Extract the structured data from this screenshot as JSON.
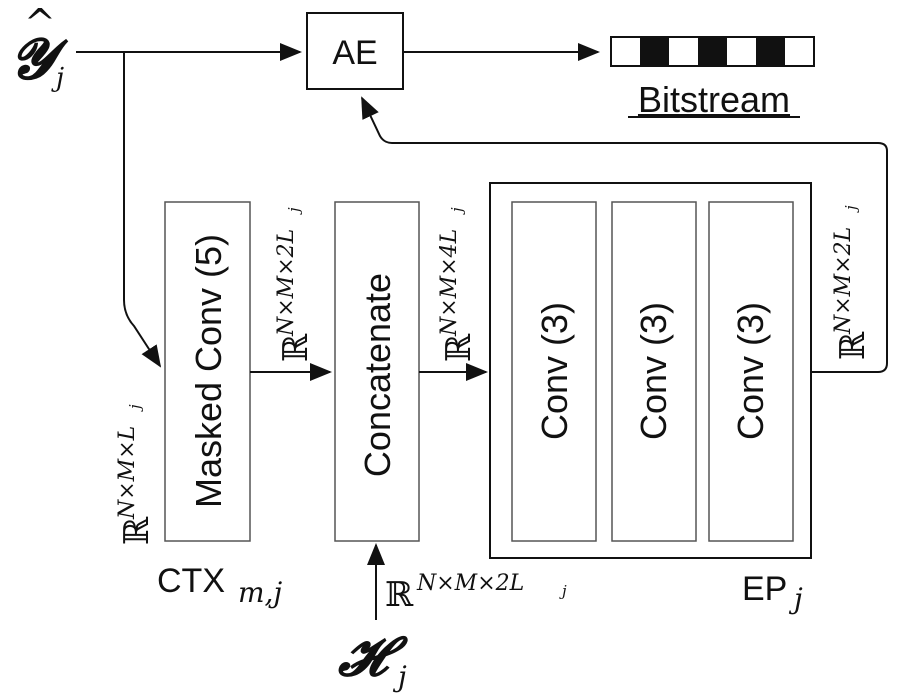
{
  "input_y": {
    "symbol": "𝓨",
    "hat": "^",
    "sub": "j"
  },
  "ae": {
    "label": "AE"
  },
  "bitstream": {
    "label": "Bitstream"
  },
  "masked_conv": {
    "label": "Masked Conv (5)"
  },
  "concatenate": {
    "label": "Concatenate"
  },
  "conv1": {
    "label": "Conv (3)"
  },
  "conv2": {
    "label": "Conv (3)"
  },
  "conv3": {
    "label": "Conv (3)"
  },
  "ctx": {
    "label": "CTX",
    "sub": "m,j"
  },
  "ep": {
    "label": "EP",
    "sub": "j"
  },
  "input_h": {
    "symbol": "𝓗",
    "sub": "j"
  },
  "dims": {
    "real": "ℝ",
    "in_ctx": "N×M×L",
    "in_ctx_sub": "j",
    "ctx_out": "N×M×2L",
    "ctx_out_sub": "j",
    "concat_out": "N×M×4L",
    "concat_out_sub": "j",
    "ep_out": "N×M×2L",
    "ep_out_sub": "j",
    "h_in": "N×M×2L",
    "h_in_sub": "j"
  }
}
